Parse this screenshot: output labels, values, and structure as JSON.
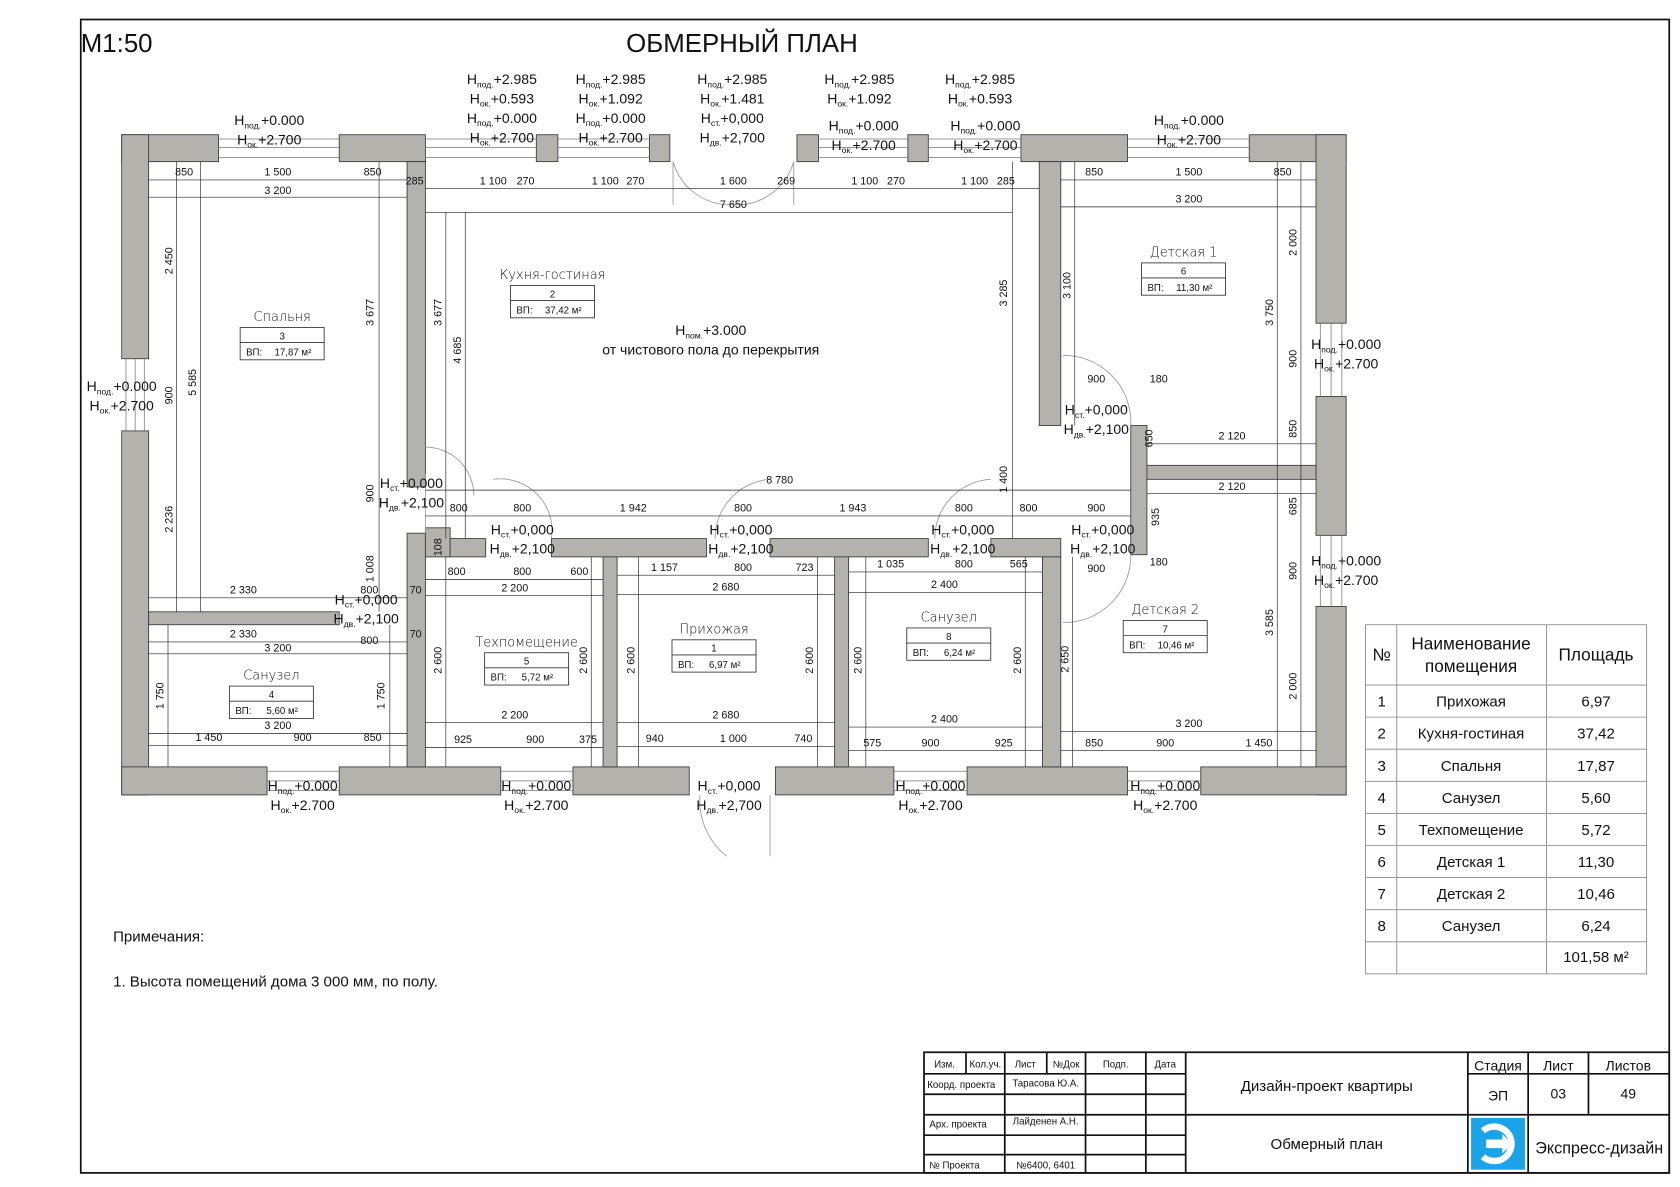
{
  "sheet": {
    "scale": "М1:50",
    "title": "ОБМЕРНЫЙ ПЛАН"
  },
  "elev_prefix": "Н",
  "elevations": [
    [
      {
        "s": "под.",
        "v": "+0.000"
      },
      {
        "s": "ок.",
        "v": "+2.700"
      }
    ],
    [
      {
        "s": "под.",
        "v": "+2.985"
      },
      {
        "s": "ок.",
        "v": "+0.593"
      },
      {
        "s": "под.",
        "v": "+0.000"
      },
      {
        "s": "ок.",
        "v": "+2.700"
      }
    ],
    [
      {
        "s": "под.",
        "v": "+2.985"
      },
      {
        "s": "ок.",
        "v": "+1.092"
      },
      {
        "s": "под.",
        "v": "+0.000"
      },
      {
        "s": "ок.",
        "v": "+2.700"
      }
    ],
    [
      {
        "s": "под.",
        "v": "+2.985"
      },
      {
        "s": "ок.",
        "v": "+1.481"
      },
      {
        "s": "ст.",
        "v": "+0,000"
      },
      {
        "s": "дв.",
        "v": "+2,700"
      }
    ],
    [
      {
        "s": "под.",
        "v": "+2.985"
      },
      {
        "s": "ок.",
        "v": "+1.092"
      }
    ],
    [
      {
        "s": "под.",
        "v": "+0.000"
      },
      {
        "s": "ок.",
        "v": "+2.700"
      }
    ],
    [
      {
        "s": "под.",
        "v": "+2.985"
      },
      {
        "s": "ок.",
        "v": "+0.593"
      }
    ],
    [
      {
        "s": "под.",
        "v": "+0.000"
      },
      {
        "s": "ок.",
        "v": "+2.700"
      }
    ],
    [
      {
        "s": "под.",
        "v": "+0.000"
      },
      {
        "s": "ок.",
        "v": "+2.700"
      }
    ],
    [
      {
        "s": "под.",
        "v": "+0.000"
      },
      {
        "s": "ок.",
        "v": "+2.700"
      }
    ],
    [
      {
        "s": "под.",
        "v": "+0.000"
      },
      {
        "s": "ок.",
        "v": "+2.700"
      }
    ],
    [
      {
        "s": "под.",
        "v": "+0.000"
      },
      {
        "s": "ок.",
        "v": "+2.700"
      }
    ],
    [
      {
        "s": "под.",
        "v": "+0.000"
      },
      {
        "s": "ок.",
        "v": "+2.700"
      }
    ],
    [
      {
        "s": "под.",
        "v": "+0.000"
      },
      {
        "s": "ок.",
        "v": "+2.700"
      }
    ],
    [
      {
        "s": "ст.",
        "v": "+0,000"
      },
      {
        "s": "дв.",
        "v": "+2,700"
      }
    ],
    [
      {
        "s": "под.",
        "v": "+0.000"
      },
      {
        "s": "ок.",
        "v": "+2.700"
      }
    ],
    [
      {
        "s": "под.",
        "v": "+0.000"
      },
      {
        "s": "ок.",
        "v": "+2.700"
      }
    ],
    [
      {
        "s": "ст.",
        "v": "+0,000"
      },
      {
        "s": "дв.",
        "v": "+2,100"
      }
    ],
    [
      {
        "s": "ст.",
        "v": "+0,000"
      },
      {
        "s": "дв.",
        "v": "+2,100"
      }
    ],
    [
      {
        "s": "ст.",
        "v": "+0,000"
      },
      {
        "s": "дв.",
        "v": "+2,100"
      }
    ],
    [
      {
        "s": "ст.",
        "v": "+0,000"
      },
      {
        "s": "дв.",
        "v": "+2,100"
      }
    ],
    [
      {
        "s": "ст.",
        "v": "+0,000"
      },
      {
        "s": "дв.",
        "v": "+2,100"
      }
    ],
    [
      {
        "s": "ст.",
        "v": "+0,000"
      },
      {
        "s": "дв.",
        "v": "+2,100"
      }
    ],
    [
      {
        "s": "ст.",
        "v": "+0,000"
      },
      {
        "s": "дв.",
        "v": "+2,100"
      }
    ]
  ],
  "ceiling": {
    "label": {
      "s": "пом.",
      "v": "+3.000"
    },
    "note": "от чистового пола до перекрытия"
  },
  "dimensions": [
    "850",
    "1 500",
    "850",
    "3 200",
    "285",
    "2 450",
    "900",
    "5 585",
    "2 236",
    "3 677",
    "900",
    "1 008",
    "2 330",
    "800",
    "1 100",
    "270",
    "1 100",
    "270",
    "1 600",
    "269",
    "1 100",
    "270",
    "1 100",
    "285",
    "7 650",
    "3 677",
    "4 685",
    "3 285",
    "1 400",
    "8 780",
    "800",
    "800",
    "1 942",
    "800",
    "1 943",
    "800",
    "800",
    "900",
    "108",
    "850",
    "1 500",
    "850",
    "3 200",
    "3 100",
    "2 000",
    "3 750",
    "900",
    "850",
    "900",
    "180",
    "650",
    "2 120",
    "2 120",
    "935",
    "685",
    "900",
    "180",
    "900",
    "3 585",
    "2 000",
    "2 650",
    "3 200",
    "850",
    "900",
    "1 450",
    "800",
    "800",
    "600",
    "2 200",
    "70",
    "70",
    "2 600",
    "2 600",
    "2 200",
    "925",
    "900",
    "375",
    "1 157",
    "800",
    "723",
    "2 680",
    "2 600",
    "2 600",
    "2 680",
    "940",
    "1 000",
    "740",
    "1 035",
    "800",
    "565",
    "2 400",
    "2 600",
    "2 600",
    "2 400",
    "575",
    "900",
    "925",
    "2 330",
    "800",
    "3 200",
    "1 750",
    "1 750",
    "3 200",
    "1 450",
    "900",
    "850"
  ],
  "rooms": [
    {
      "name": "Спальня",
      "number": "3",
      "area_label": "ВП:",
      "area": "17,87 м²"
    },
    {
      "name": "Кухня-гостиная",
      "number": "2",
      "area_label": "ВП:",
      "area": "37,42 м²"
    },
    {
      "name": "Детская 1",
      "number": "6",
      "area_label": "ВП:",
      "area": "11,30 м²"
    },
    {
      "name": "Детская 2",
      "number": "7",
      "area_label": "ВП:",
      "area": "10,46 м²"
    },
    {
      "name": "Техпомещение",
      "number": "5",
      "area_label": "ВП:",
      "area": "5,72 м²"
    },
    {
      "name": "Прихожая",
      "number": "1",
      "area_label": "ВП:",
      "area": "6,97 м²"
    },
    {
      "name": "Санузел",
      "number": "8",
      "area_label": "ВП:",
      "area": "6,24 м²"
    },
    {
      "name": "Санузел",
      "number": "4",
      "area_label": "ВП:",
      "area": "5,60 м²"
    }
  ],
  "notes": {
    "heading": "Примечания:",
    "items": [
      "1. Высота помещений дома 3 000 мм, по полу."
    ]
  },
  "schedule": {
    "headers": [
      "№",
      "Наименование помещения",
      "Площадь"
    ],
    "rows": [
      [
        "1",
        "Прихожая",
        "6,97"
      ],
      [
        "2",
        "Кухня-гостиная",
        "37,42"
      ],
      [
        "3",
        "Спальня",
        "17,87"
      ],
      [
        "4",
        "Санузел",
        "5,60"
      ],
      [
        "5",
        "Техпомещение",
        "5,72"
      ],
      [
        "6",
        "Детская 1",
        "11,30"
      ],
      [
        "7",
        "Детская 2",
        "10,46"
      ],
      [
        "8",
        "Санузел",
        "6,24"
      ]
    ],
    "total": "101,58 м²"
  },
  "title_block": {
    "headers": [
      "Изм.",
      "Кол.уч.",
      "Лист",
      "№Док",
      "Подп.",
      "Дата"
    ],
    "coord_label": "Коорд. проекта",
    "coord_name": "Тарасова Ю.А.",
    "arch_label": "Арх. проекта",
    "arch_name": "Лайденен А.Н.",
    "project_label": "№ Проекта",
    "project_number": "№6400, 6401",
    "project_title": "Дизайн-проект квартиры",
    "sheet_title": "Обмерный план",
    "stage_label": "Стадия",
    "stage": "ЭП",
    "sheet_label": "Лист",
    "sheet": "03",
    "sheets_label": "Листов",
    "sheets": "49",
    "company": "Экспресс-дизайн",
    "accent_color": "#1aa3e8",
    "highlight_color": "#e0262b"
  }
}
